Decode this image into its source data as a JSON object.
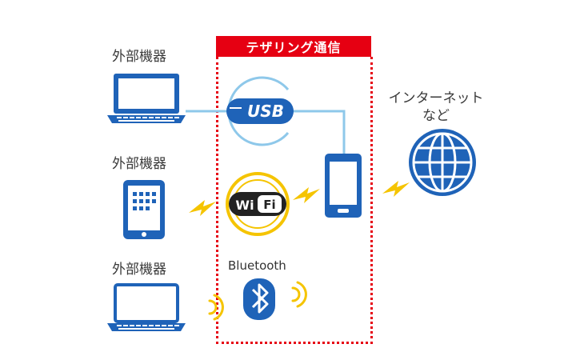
{
  "diagram": {
    "devices": [
      {
        "label": "外部機器",
        "icon": "laptop-icon"
      },
      {
        "label": "外部機器",
        "icon": "tablet-icon"
      },
      {
        "label": "外部機器",
        "icon": "laptop-icon"
      }
    ],
    "tethering": {
      "title": "テザリング通信"
    },
    "connections": {
      "usb": "USB",
      "wifi_left": "Wi",
      "wifi_right": "Fi",
      "bluetooth": "Bluetooth"
    },
    "internet": {
      "line1": "インターネット",
      "line2": "など",
      "icon": "globe-icon"
    },
    "colors": {
      "blue": "#1f63b8",
      "red": "#e60012",
      "yellow": "#f5c400",
      "line": "#8ec8ea"
    }
  }
}
